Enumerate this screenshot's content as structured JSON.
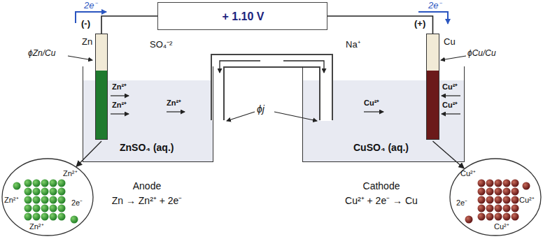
{
  "diagram": {
    "nodes": [
      {
        "text": [
          "+ 1.10 V"
        ]
      },
      {
        "text": [
          "ZnSO₄ (aq.)"
        ]
      },
      {
        "text": [
          "Zn"
        ],
        "in": 1
      },
      {
        "text": [
          "CuSO₄ (aq.)"
        ]
      },
      {
        "text": [
          "Cu"
        ],
        "in": 3
      },
      {
        "text": [
          "Zn²⁺",
          "Zn²⁺",
          "Zn²⁺",
          "2e⁻"
        ]
      },
      {
        "text": [
          "Cu²⁺",
          "Cu²⁺",
          "Cu²⁺",
          "2e⁻"
        ]
      }
    ],
    "edges": [
      {
        "from": 0,
        "to": 2,
        "arrow": "none"
      },
      {
        "from": 0,
        "to": 4,
        "arrow": "none"
      },
      {
        "from": 2,
        "to": 5,
        "arrow": "to"
      },
      {
        "from": 4,
        "to": 6,
        "arrow": "to"
      }
    ],
    "labels": [
      "2e⁻",
      "2e⁻",
      "(-)",
      "(+)",
      "ϕZn/Cu",
      "ϕCu/Cu",
      "SO₄⁻²",
      "Na⁺",
      "Zn²⁺",
      "Zn²⁺",
      "Zn²⁺",
      "Cu²⁺",
      "Cu²⁺",
      "Cu²⁺",
      "ϕj",
      "Anode",
      "Zn → Zn²⁺ + 2e⁻",
      "Cathode",
      "Cu²⁺ + 2e⁻ → Cu"
    ]
  }
}
